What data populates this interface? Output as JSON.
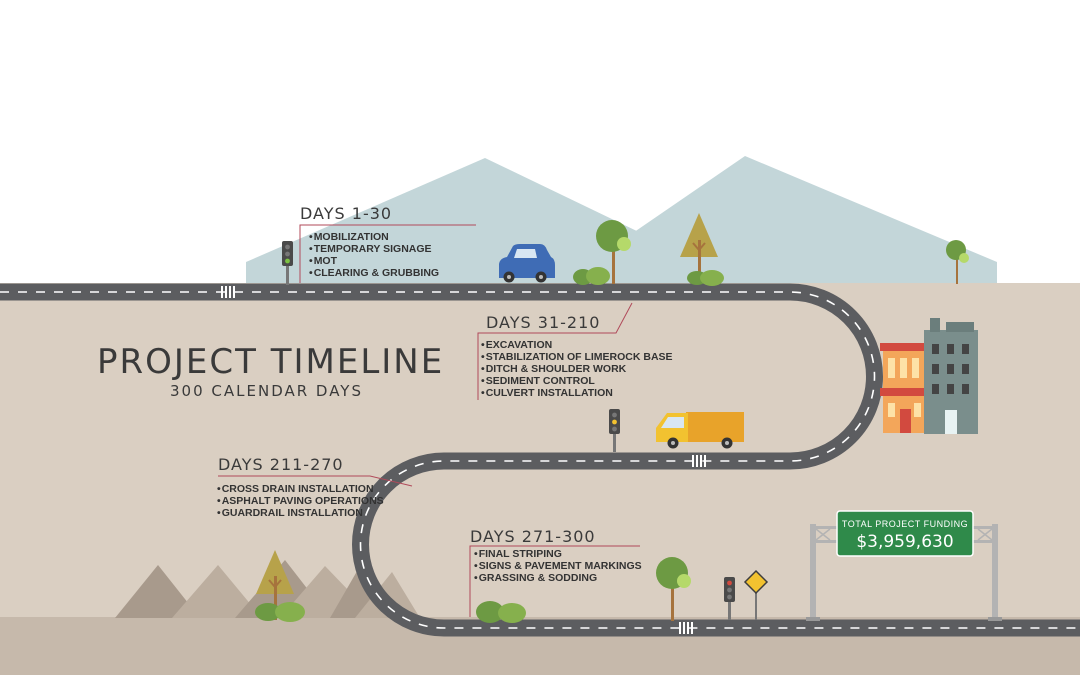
{
  "title": "PROJECT TIMELINE",
  "subtitle": "300 CALENDAR DAYS",
  "phases": [
    {
      "heading": "DAYS 1-30",
      "tasks": [
        "MOBILIZATION",
        "TEMPORARY SIGNAGE",
        "MOT",
        "CLEARING & GRUBBING"
      ]
    },
    {
      "heading": "DAYS 31-210",
      "tasks": [
        "EXCAVATION",
        "STABILIZATION OF LIMEROCK BASE",
        "DITCH & SHOULDER WORK",
        "SEDIMENT CONTROL",
        "CULVERT INSTALLATION"
      ]
    },
    {
      "heading": "DAYS 211-270",
      "tasks": [
        "CROSS DRAIN INSTALLATION",
        "ASPHALT PAVING OPERATIONS",
        "GUARDRAIL INSTALLATION"
      ]
    },
    {
      "heading": "DAYS 271-300",
      "tasks": [
        "FINAL STRIPING",
        "SIGNS & PAVEMENT MARKINGS",
        "GRASSING & SODDING"
      ]
    }
  ],
  "funding_sign": {
    "label": "TOTAL PROJECT FUNDING",
    "value": "$3,959,630"
  },
  "colors": {
    "ground": "#dacfc2",
    "ground_bottom": "#c6b9ab",
    "sky_mountain": "#c3d6d9",
    "road": "#5c5d60",
    "callout_line": "#b04a5a",
    "sign_green": "#2f8a4a",
    "tree_green": "#6d9a43",
    "truck_yellow": "#f2c230",
    "car_blue": "#3f6cb5"
  }
}
